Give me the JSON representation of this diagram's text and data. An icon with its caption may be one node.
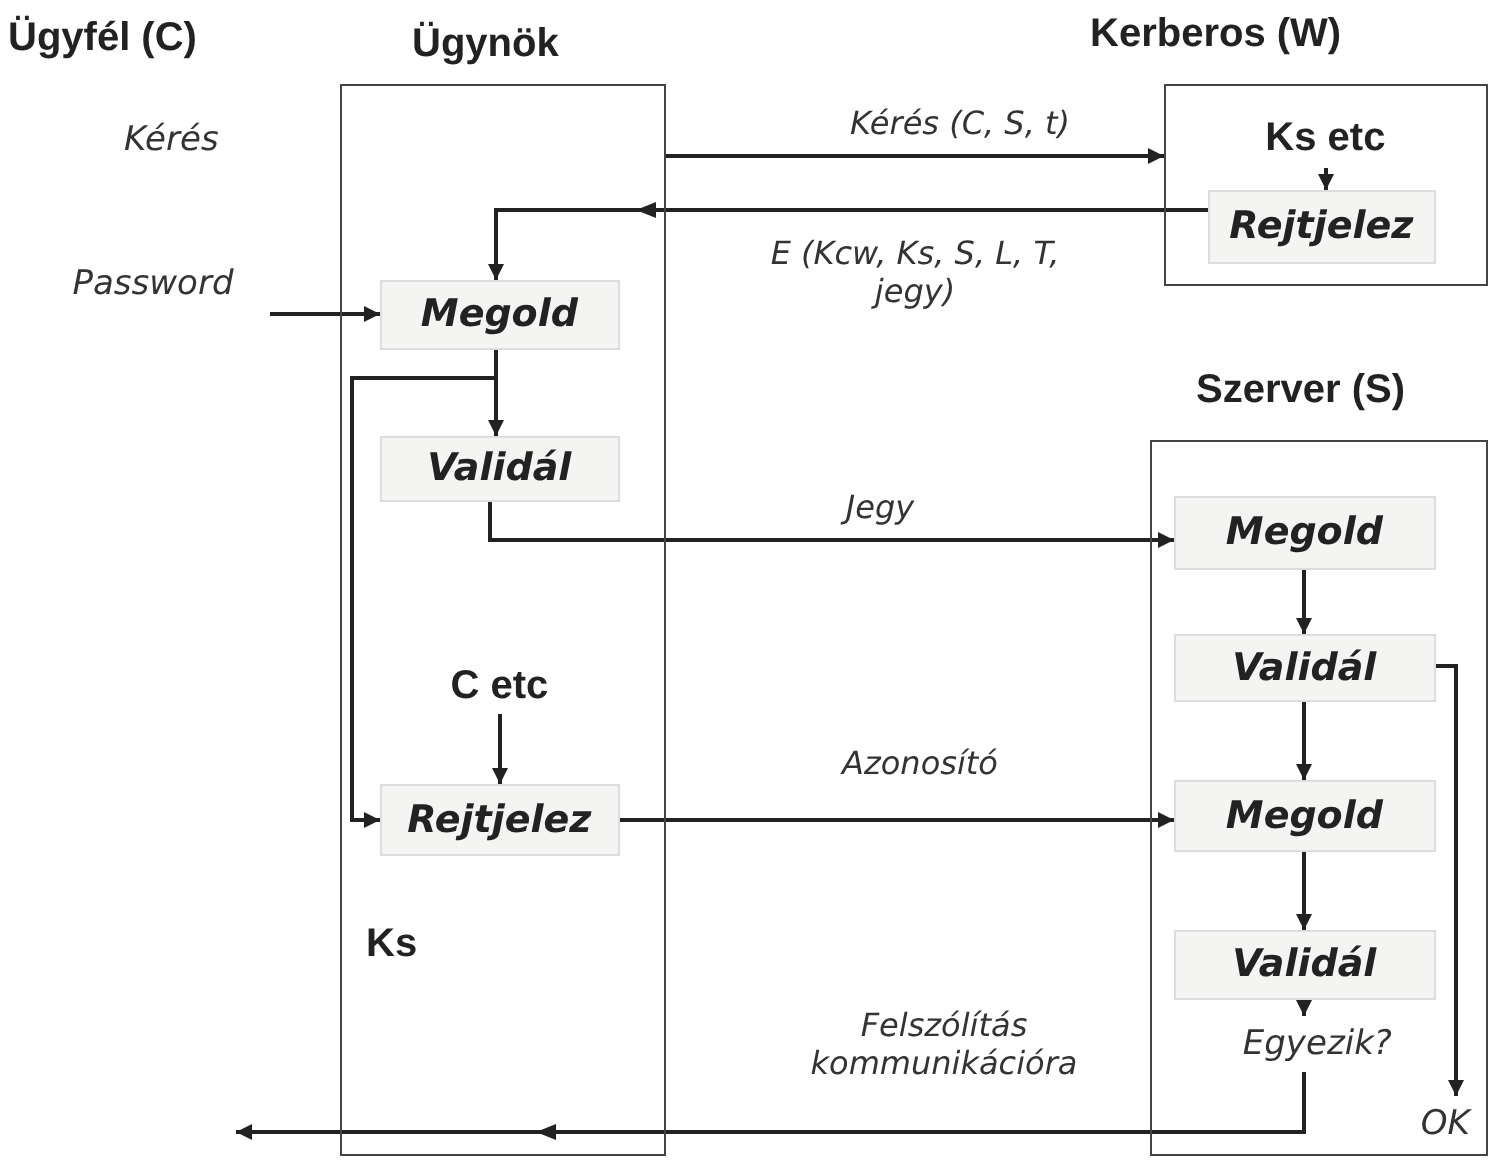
{
  "diagram": {
    "nodes": [
      {
        "text": [
          "Ügynök",
          "Ks"
        ]
      },
      {
        "text": [
          "Megold"
        ],
        "in": 0
      },
      {
        "text": [
          "Validál"
        ],
        "in": 0
      },
      {
        "text": [
          "C etc"
        ],
        "in": 0
      },
      {
        "text": [
          "Rejtjelez"
        ],
        "in": 0
      },
      {
        "text": [
          "Kerberos (W)"
        ]
      },
      {
        "text": [
          "Ks etc"
        ],
        "in": 5
      },
      {
        "text": [
          "Rejtjelez"
        ],
        "in": 5
      },
      {
        "text": [
          "Szerver (S)"
        ]
      },
      {
        "text": [
          "Megold"
        ],
        "in": 8
      },
      {
        "text": [
          "Validál"
        ],
        "in": 8
      },
      {
        "text": [
          "Megold"
        ],
        "in": 8
      },
      {
        "text": [
          "Validál"
        ],
        "in": 8
      },
      {
        "text": [
          "Egyezik?"
        ],
        "in": 8
      },
      {
        "text": [
          "OK"
        ],
        "in": 8
      },
      {
        "text": [
          "Password"
        ]
      }
    ],
    "edges": [
      {
        "from": 0,
        "to": 5,
        "arrow": "to",
        "label": "Kérés (C, S, t)"
      },
      {
        "from": 7,
        "to": 1,
        "arrow": "to",
        "label": "E (Kcw, Ks, S, L, T, jegy)"
      },
      {
        "from": 15,
        "to": 1,
        "arrow": "to"
      },
      {
        "from": 1,
        "to": 2,
        "arrow": "to"
      },
      {
        "from": 1,
        "to": 4,
        "arrow": "to"
      },
      {
        "from": 2,
        "to": 9,
        "arrow": "to",
        "label": "Jegy"
      },
      {
        "from": 3,
        "to": 4,
        "arrow": "to"
      },
      {
        "from": 4,
        "to": 11,
        "arrow": "to",
        "label": "Azonosító"
      },
      {
        "from": 6,
        "to": 7,
        "arrow": "to"
      },
      {
        "from": 9,
        "to": 10,
        "arrow": "to"
      },
      {
        "from": 10,
        "to": 11,
        "arrow": "to"
      },
      {
        "from": 10,
        "to": 14,
        "arrow": "to"
      },
      {
        "from": 11,
        "to": 12,
        "arrow": "to"
      },
      {
        "from": 12,
        "to": 13,
        "arrow": "to"
      },
      {
        "from": 13,
        "to": null,
        "arrow": "to",
        "label": "Felszólítás kommunikációra"
      }
    ],
    "labels": [
      "Ügyfél (C)",
      "Kérés"
    ]
  }
}
